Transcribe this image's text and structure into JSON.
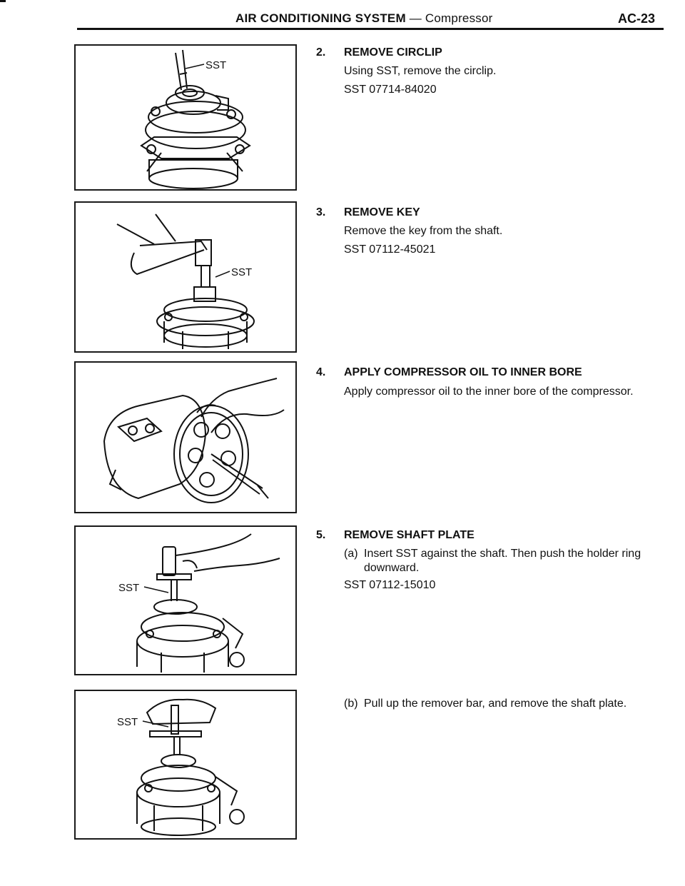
{
  "header": {
    "section": "AIR CONDITIONING SYSTEM",
    "dash": "—",
    "subsection": "Compressor",
    "page_number": "AC-23"
  },
  "figures": [
    {
      "label": "SST"
    },
    {
      "label": "SST"
    },
    {
      "label": ""
    },
    {
      "label": "SST"
    },
    {
      "label": "SST"
    }
  ],
  "steps": {
    "s2": {
      "number": "2.",
      "heading": "REMOVE CIRCLIP",
      "text": "Using SST, remove the circlip.",
      "sst": "SST 07714-84020"
    },
    "s3": {
      "number": "3.",
      "heading": "REMOVE KEY",
      "text": "Remove the key from the shaft.",
      "sst": "SST 07112-45021"
    },
    "s4": {
      "number": "4.",
      "heading": "APPLY COMPRESSOR OIL TO INNER BORE",
      "text": "Apply compressor oil to the inner bore of the compressor."
    },
    "s5": {
      "number": "5.",
      "heading": "REMOVE SHAFT PLATE",
      "a_label": "(a)",
      "a_text": "Insert SST against the shaft. Then push the holder ring downward.",
      "sst": "SST 07112-15010",
      "b_label": "(b)",
      "b_text": "Pull up the remover bar, and remove the shaft plate."
    }
  }
}
